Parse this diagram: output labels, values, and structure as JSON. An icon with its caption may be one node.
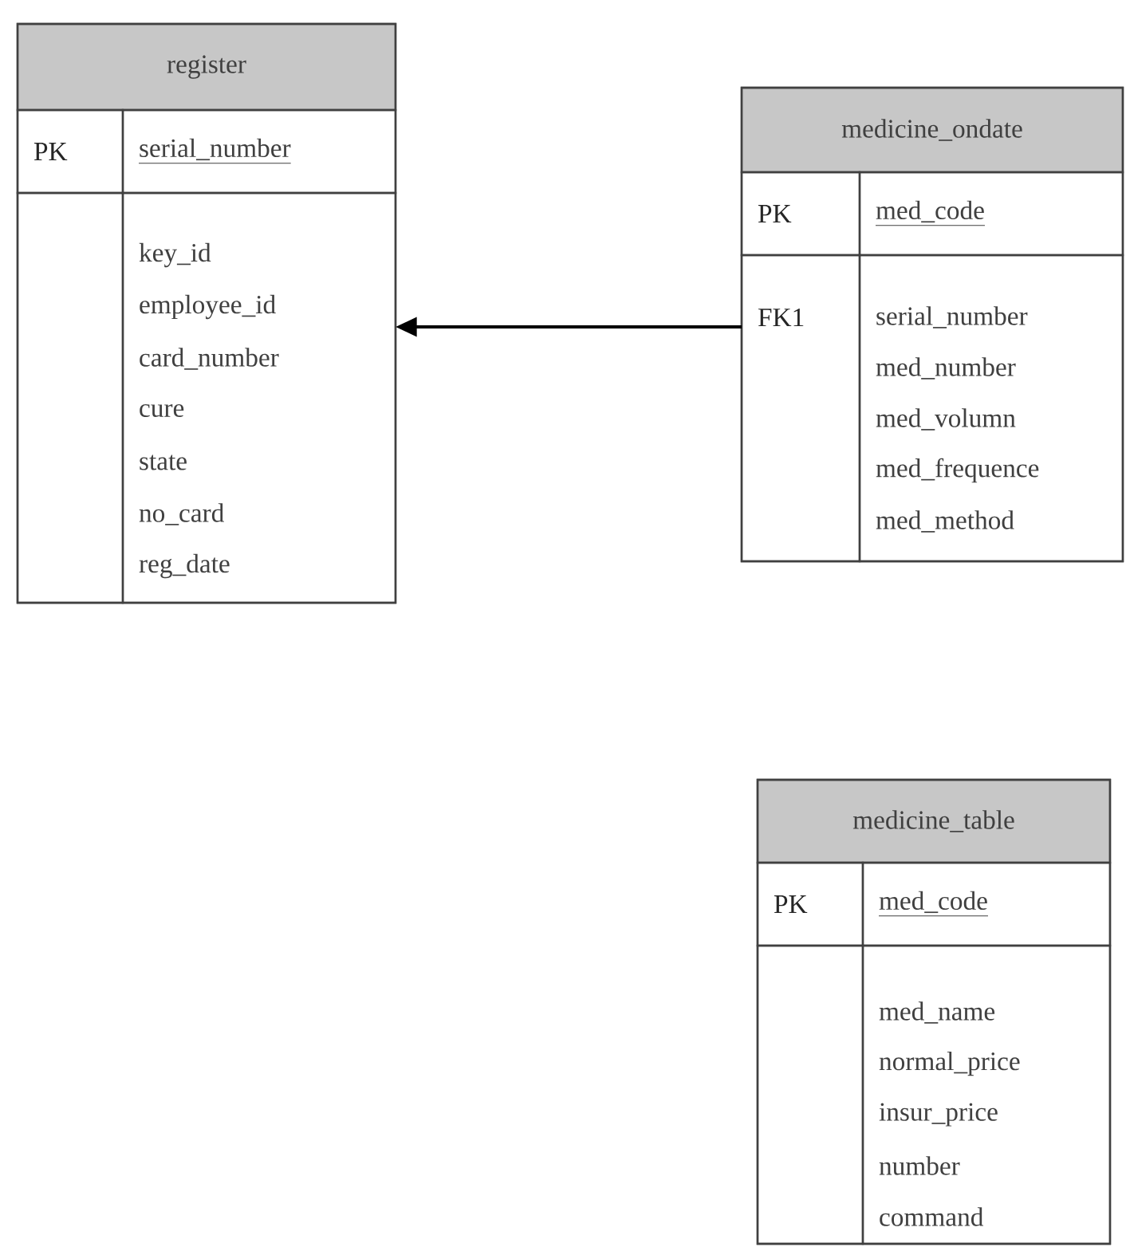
{
  "diagram": {
    "nodes": [
      {
        "text": [
          "register"
        ]
      },
      {
        "text": [
          "PK"
        ],
        "in": 0
      },
      {
        "text": [
          "serial_number"
        ],
        "in": 0
      },
      {
        "text": [],
        "shape": "box",
        "in": 0
      },
      {
        "text": [
          "key_id",
          "employee_id",
          "card_number",
          "cure",
          "state",
          "no_card",
          "reg_date"
        ],
        "in": 0
      },
      {
        "text": [
          "medicine_ondate"
        ]
      },
      {
        "text": [
          "PK"
        ],
        "in": 5
      },
      {
        "text": [
          "med_code"
        ],
        "in": 5
      },
      {
        "text": [
          "FK1"
        ],
        "in": 5
      },
      {
        "text": [
          "serial_number",
          "med_number",
          "med_volumn",
          "med_frequence",
          "med_method"
        ],
        "in": 5
      },
      {
        "text": [
          "medicine_table"
        ]
      },
      {
        "text": [
          "PK"
        ],
        "in": 10
      },
      {
        "text": [
          "med_code"
        ],
        "in": 10
      },
      {
        "text": [],
        "shape": "box",
        "in": 10
      },
      {
        "text": [
          "med_name",
          "normal_price",
          "insur_price",
          "number",
          "command"
        ],
        "in": 10
      }
    ],
    "edges": [
      {
        "from": 8,
        "to": 0,
        "arrow": "to"
      }
    ]
  }
}
